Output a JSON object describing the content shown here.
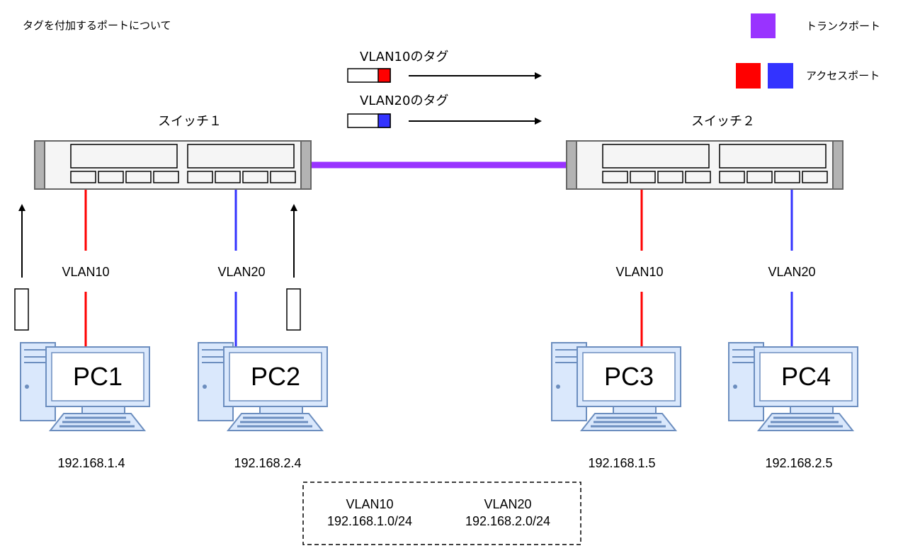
{
  "title": "タグを付加するポートについて",
  "legend": {
    "trunk_label": "トランクポート",
    "access_label": "アクセスポート",
    "trunk_color": "#9933ff",
    "access_colors": [
      "#ff0000",
      "#3333ff"
    ]
  },
  "colors": {
    "vlan10": "#ff0000",
    "vlan20": "#3333ff",
    "trunk": "#9933ff",
    "pc_frame": "#6c8ebf",
    "pc_fill": "#dae8fc",
    "switch_fill": "#f5f5f5"
  },
  "tags": [
    {
      "label": "VLAN10のタグ",
      "color": "#ff0000"
    },
    {
      "label": "VLAN20のタグ",
      "color": "#3333ff"
    }
  ],
  "switches": [
    {
      "label": "スイッチ１"
    },
    {
      "label": "スイッチ２"
    }
  ],
  "links": [
    {
      "vlan": "VLAN10"
    },
    {
      "vlan": "VLAN20"
    },
    {
      "vlan": "VLAN10"
    },
    {
      "vlan": "VLAN20"
    }
  ],
  "pcs": [
    {
      "name": "PC1",
      "ip": "192.168.1.4"
    },
    {
      "name": "PC2",
      "ip": "192.168.2.4"
    },
    {
      "name": "PC3",
      "ip": "192.168.1.5"
    },
    {
      "name": "PC4",
      "ip": "192.168.2.5"
    }
  ],
  "subnet_box": {
    "vlan10_label": "VLAN10",
    "vlan10_net": "192.168.1.0/24",
    "vlan20_label": "VLAN20",
    "vlan20_net": "192.168.2.0/24"
  },
  "icons": [
    "frame-icon",
    "arrow-up-icon",
    "arrow-right-icon",
    "pc-icon",
    "switch-icon"
  ]
}
